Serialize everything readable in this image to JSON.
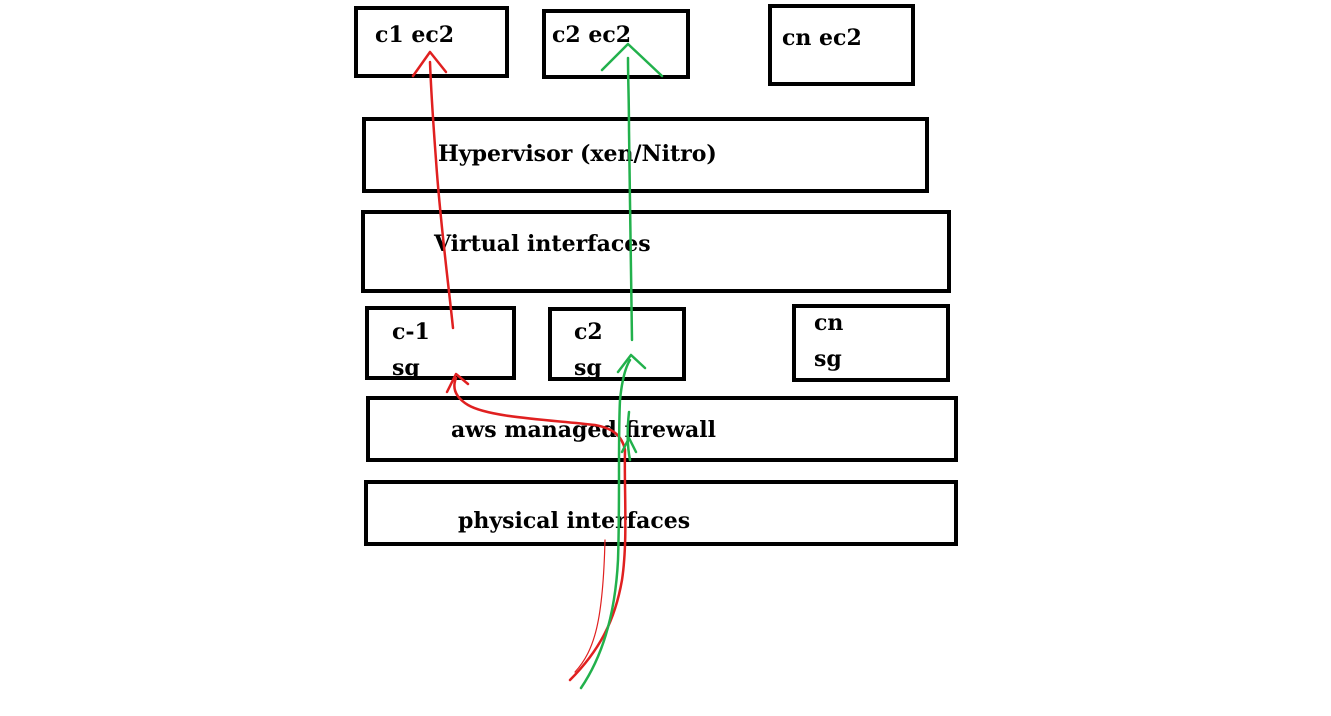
{
  "instances": [
    {
      "id": "c1",
      "label": "c1 ec2"
    },
    {
      "id": "c2",
      "label": "c2 ec2"
    },
    {
      "id": "cn",
      "label": "cn ec2"
    }
  ],
  "layers": {
    "hypervisor": "Hypervisor (xen/Nitro)",
    "virtual_interfaces": "Virtual interfaces",
    "firewall": "aws managed firewall",
    "physical_interfaces": "physical interfaces"
  },
  "security_groups": [
    {
      "id": "c1",
      "label": "c-1\nsg"
    },
    {
      "id": "c2",
      "label": "c2\nsg"
    },
    {
      "id": "cn",
      "label": "cn\nsg"
    }
  ],
  "paths": [
    {
      "id": "c1-path",
      "color": "#e02020"
    },
    {
      "id": "c2-path",
      "color": "#22b14c"
    }
  ]
}
